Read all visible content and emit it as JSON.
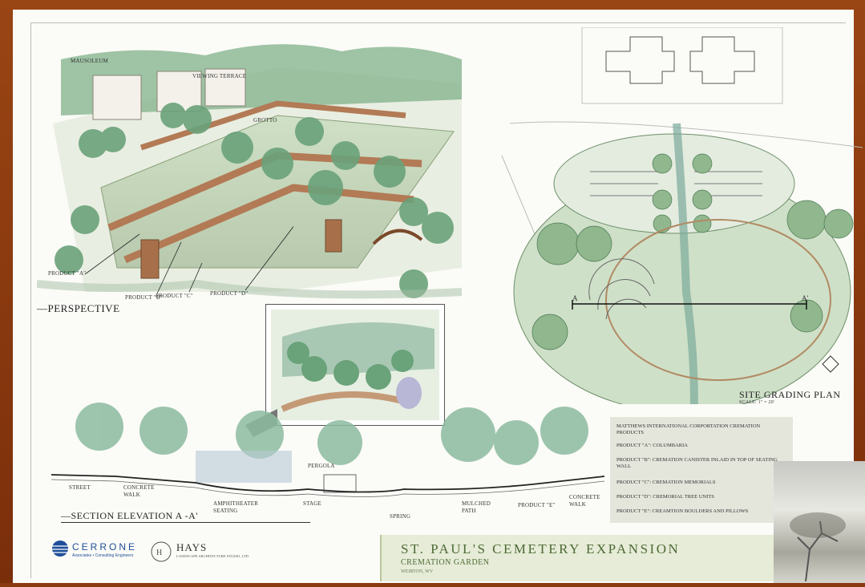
{
  "perspective": {
    "caption": "PERSPECTIVE",
    "labels": {
      "mausoleum": "MAUSOLEUM",
      "viewing_terrace": "VIEWING TERRACE",
      "grotto": "GROTTO",
      "product_a": "PRODUCT \"A\"",
      "product_b": "PRODUCT \"B\"",
      "product_c": "PRODUCT \"C\"",
      "product_d": "PRODUCT \"D\""
    }
  },
  "section": {
    "caption": "SECTION ELEVATION A -A'",
    "labels": {
      "street": "STREET",
      "concrete_walk_1": "CONCRETE WALK",
      "amphitheater": "AMPHITHEATER SEATING",
      "stage": "STAGE",
      "pergola": "PERGOLA",
      "spring": "SPRING",
      "mulched_path": "MULCHED PATH",
      "product_e": "PRODUCT \"E\"",
      "concrete_walk_2": "CONCRETE WALK"
    }
  },
  "site_plan": {
    "caption": "SITE GRADING PLAN",
    "scale": "SCALE: 1\" = 20'",
    "marker_left": "A",
    "marker_right": "A'"
  },
  "legend": {
    "heading": "MATTHEWS INTERNATIONAL CORPORTATION CREMATION PRODUCTS",
    "items": [
      "PRODUCT \"A\": COLUMBARIA",
      "PRODUCT \"B\": CREMATION CANISTER INLAID IN TOP OF SEATING WALL",
      "PRODUCT \"C\": CREMATION MEMORIALS",
      "PRODUCT \"D\": CREMORIAL TREE UNITS",
      "PRODUCT \"E\": CREAMTION BOULDERS AND PILLOWS"
    ]
  },
  "title": {
    "main": "ST. PAUL'S CEMETERY EXPANSION",
    "sub": "CREMATION GARDEN",
    "location": "WEIRTON, WV"
  },
  "logos": {
    "cerrone": "CERRONE",
    "cerrone_sub": "Associates • Consulting Engineers",
    "hays": "HAYS",
    "hays_sub": "LANDSCAPE ARCHITECTURE STUDIO, LTD."
  },
  "colors": {
    "frame": "#8b3a10",
    "title_text": "#4e6a36",
    "title_bg": "#e6ecd7",
    "legend_bg": "#e4e6dc",
    "logo_blue": "#1f4f9a"
  }
}
